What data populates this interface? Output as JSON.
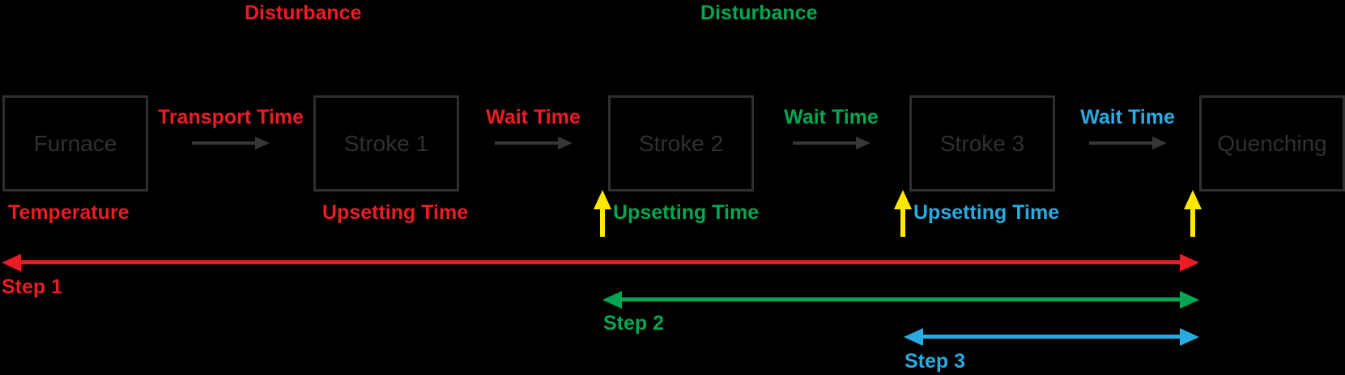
{
  "colors": {
    "red": "#EC1C24",
    "green": "#00A651",
    "blue": "#29ABE2",
    "yellow": "#FFE800",
    "stroke_gray": "#2F2F2F",
    "background": "#000000"
  },
  "disturbances": [
    {
      "label": "Disturbance",
      "color": "red"
    },
    {
      "label": "Disturbance",
      "color": "green"
    }
  ],
  "boxes": [
    {
      "label": "Furnace"
    },
    {
      "label": "Stroke 1"
    },
    {
      "label": "Stroke 2"
    },
    {
      "label": "Stroke 3"
    },
    {
      "label": "Quenching"
    }
  ],
  "transitions": [
    {
      "label": "Transport Time",
      "color": "red"
    },
    {
      "label": "Wait Time",
      "color": "red"
    },
    {
      "label": "Wait Time",
      "color": "green"
    },
    {
      "label": "Wait Time",
      "color": "blue"
    }
  ],
  "sublabels": [
    {
      "label": "Temperature",
      "color": "red"
    },
    {
      "label": "Upsetting Time",
      "color": "red"
    },
    {
      "label": "Upsetting Time",
      "color": "green"
    },
    {
      "label": "Upsetting Time",
      "color": "blue"
    }
  ],
  "steps": [
    {
      "label": "Step 1",
      "color": "red"
    },
    {
      "label": "Step 2",
      "color": "green"
    },
    {
      "label": "Step 3",
      "color": "blue"
    }
  ]
}
